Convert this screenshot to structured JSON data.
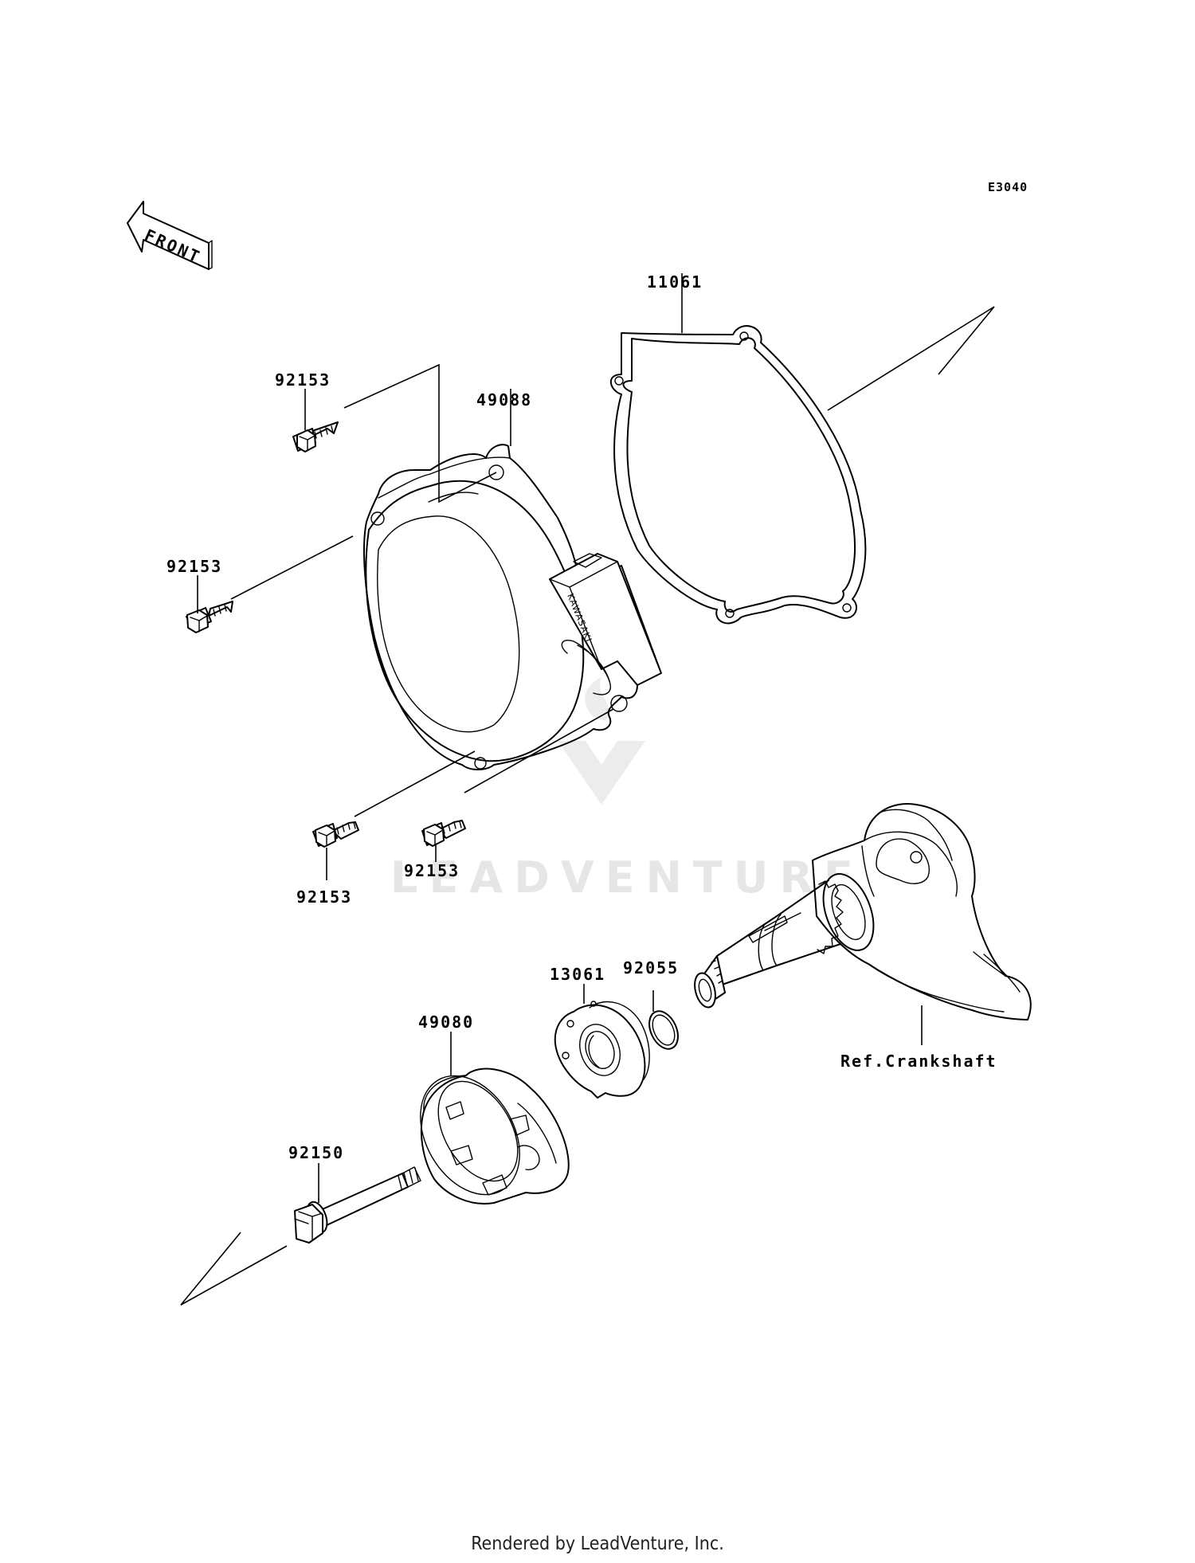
{
  "diagram_code": "E3040",
  "front_label": "FRONT",
  "brand_on_part": "KAWASAKI",
  "watermark": "LEADVENTURE",
  "footer": "Rendered by LeadVenture, Inc.",
  "parts": {
    "gasket": "11061",
    "cover": "49088",
    "bolt_upper": "92153",
    "bolt_left": "92153",
    "bolt_lower_right": "92153",
    "bolt_lower_left": "92153",
    "cup": "49080",
    "hub": "13061",
    "o_ring": "92055",
    "flange_bolt": "92150",
    "crankshaft_ref": "Ref.Crankshaft"
  }
}
